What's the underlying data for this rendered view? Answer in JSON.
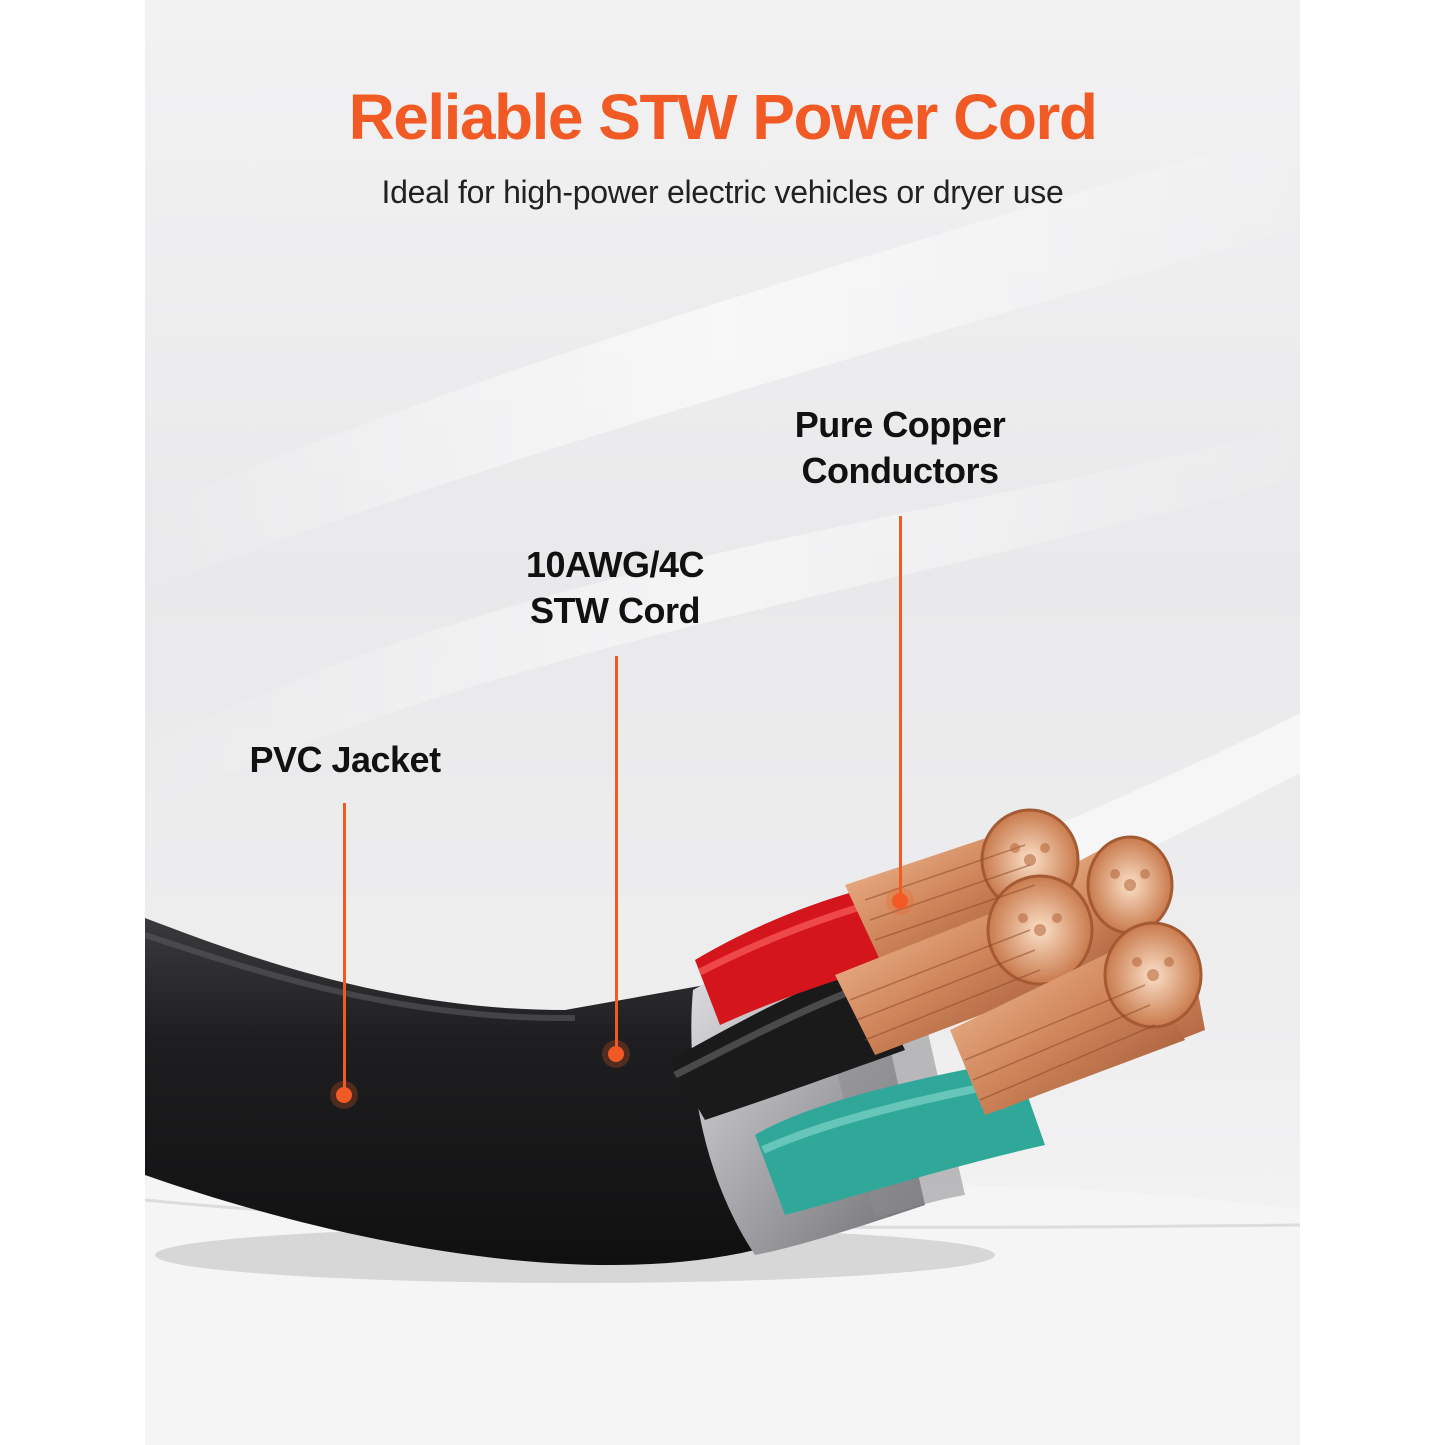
{
  "header": {
    "title": "Reliable STW Power Cord",
    "subtitle": "Ideal for high-power electric vehicles or dryer use"
  },
  "callouts": {
    "conductors": {
      "line1": "Pure Copper",
      "line2": "Conductors"
    },
    "cord": {
      "line1": "10AWG/4C",
      "line2": "STW Cord"
    },
    "jacket": {
      "line1": "PVC Jacket"
    }
  },
  "colors": {
    "accent": "#f15a24",
    "text": "#111111",
    "jacket": "#1c1c1e",
    "shield": "#b9b9bc",
    "wire_red": "#d4151c",
    "wire_black": "#1a1a1a",
    "wire_green": "#2fa89a",
    "copper": "#d98a5a"
  }
}
